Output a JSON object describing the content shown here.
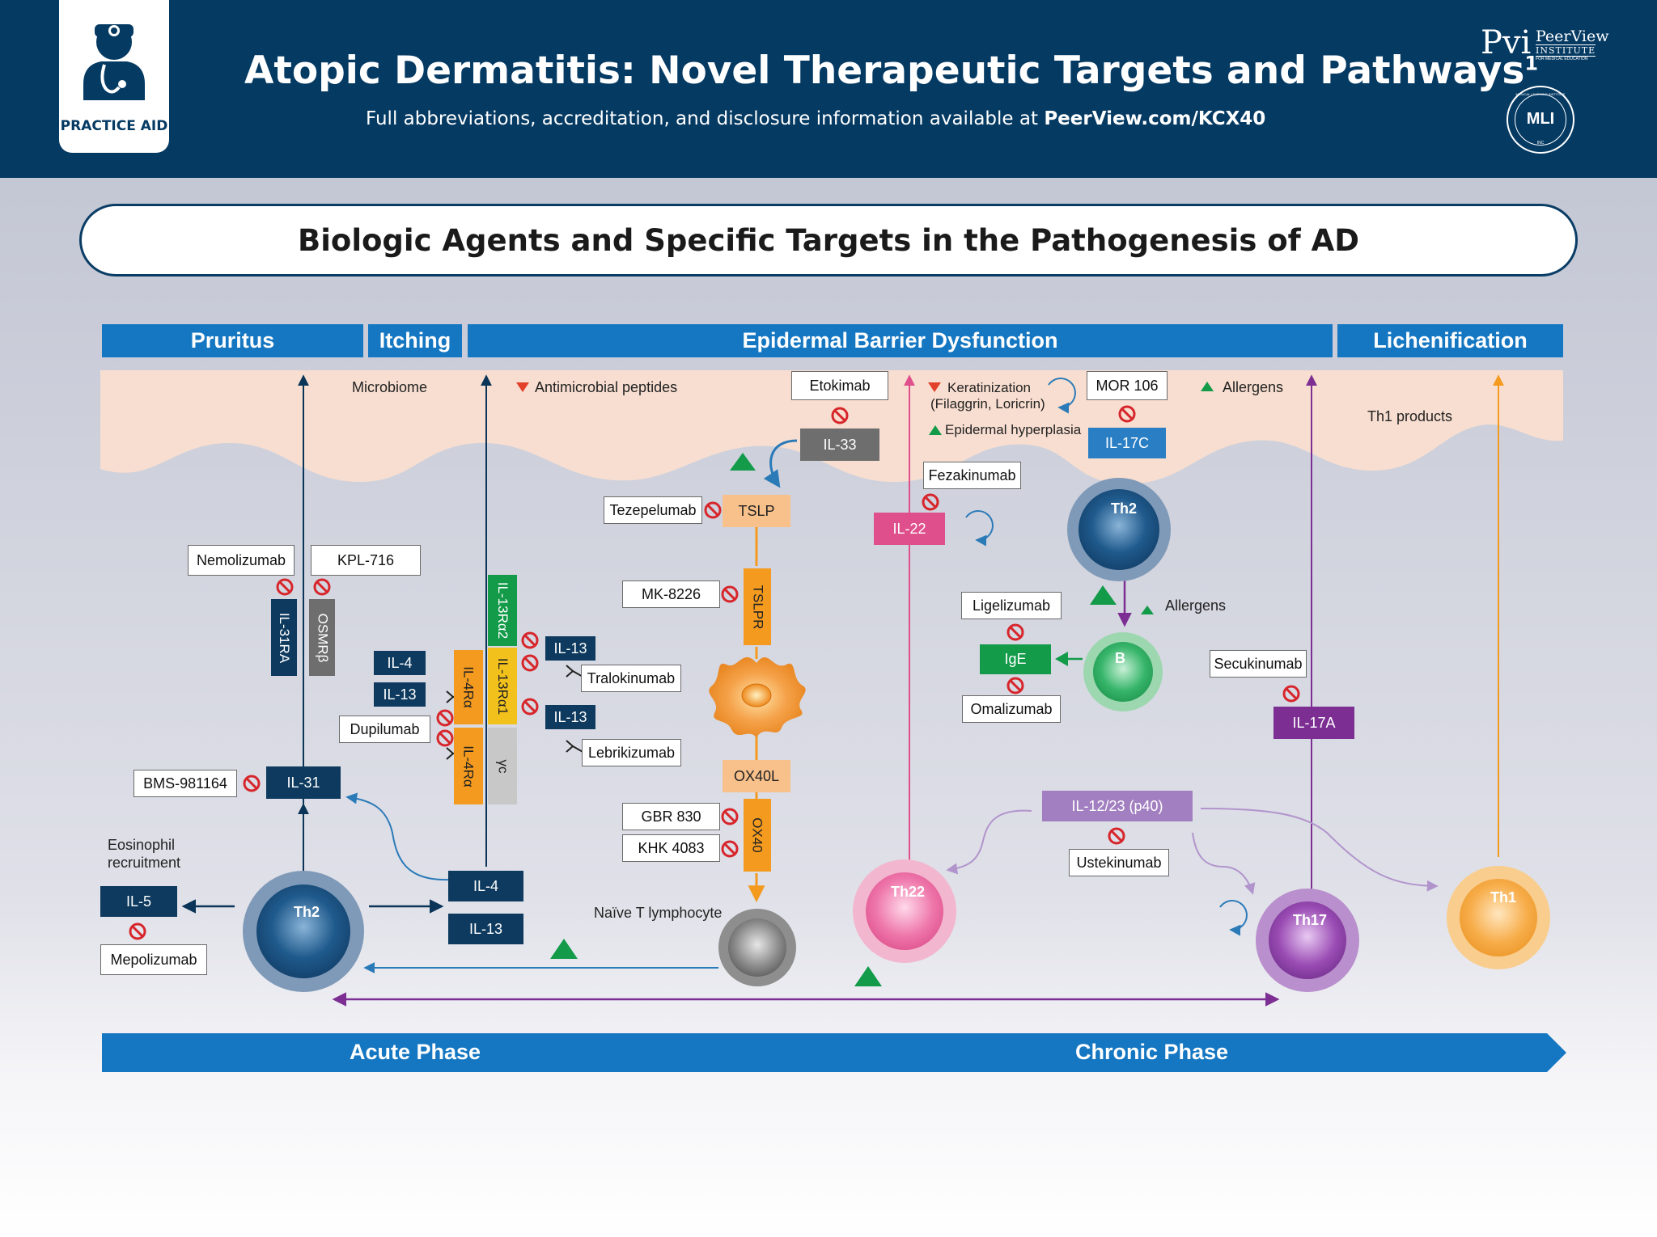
{
  "header": {
    "title": "Atopic Dermatitis: Novel Therapeutic Targets and Pathways",
    "title_superscript": "1",
    "subtitle_prefix": "Full abbreviations, accreditation, and disclosure information available at ",
    "subtitle_link": "PeerView.com/KCX40",
    "badge_label": "PRACTICE AID",
    "logo_pvi": "Pvi",
    "logo_peerview": "PeerView",
    "logo_institute": "INSTITUTE",
    "logo_tagline": "FOR MEDICAL EDUCATION",
    "mli_text": "MLI",
    "mli_ring_text": "MEDICAL LEARNING INSTITUTE",
    "mli_inc": "INC"
  },
  "section_title": "Biologic Agents and Specific Targets in the Pathogenesis of AD",
  "categories": [
    "Pruritus",
    "Itching",
    "Epidermal Barrier Dysfunction",
    "Lichenification"
  ],
  "phases": {
    "acute": "Acute Phase",
    "chronic": "Chronic Phase"
  },
  "labels": {
    "microbiome": "Microbiome",
    "antimicrobial": "Antimicrobial peptides",
    "keratinization": "Keratinization",
    "keratinization_sub": "(Filaggrin, Loricrin)",
    "epidermal_hyperplasia": "Epidermal hyperplasia",
    "allergens_top": "Allergens",
    "th1_products": "Th1 products",
    "allergens_mid": "Allergens",
    "eosinophil_1": "Eosinophil",
    "eosinophil_2": "recruitment",
    "naive_t": "Naïve T lymphocyte"
  },
  "drugs": {
    "etokimab": "Etokimab",
    "mor106": "MOR 106",
    "fezakinumab": "Fezakinumab",
    "tezepelumab": "Tezepelumab",
    "nemolizumab": "Nemolizumab",
    "kpl716": "KPL-716",
    "mk8226": "MK-8226",
    "tralokinumab": "Tralokinumab",
    "lebrikizumab": "Lebrikizumab",
    "dupilumab": "Dupilumab",
    "bms981164": "BMS-981164",
    "gbr830": "GBR 830",
    "khk4083": "KHK 4083",
    "ligelizumab": "Ligelizumab",
    "omalizumab": "Omalizumab",
    "secukinumab": "Secukinumab",
    "ustekinumab": "Ustekinumab",
    "mepolizumab": "Mepolizumab"
  },
  "molecules": {
    "il33": "IL-33",
    "il17c": "IL-17C",
    "tslp": "TSLP",
    "il22": "IL-22",
    "il4_a": "IL-4",
    "il13_a": "IL-13",
    "il13_b": "IL-13",
    "il13_c": "IL-13",
    "il31": "IL-31",
    "ox40l": "OX40L",
    "ige": "IgE",
    "il17a": "IL-17A",
    "il1223": "IL-12/23 (p40)",
    "il5": "IL-5",
    "il4_b": "IL-4",
    "il13_d": "IL-13"
  },
  "receptors": {
    "il31ra": "IL-31RA",
    "osmrb": "OSMRβ",
    "il13ra2": "IL-13Rα2",
    "il13ra1": "IL-13Rα1",
    "il4ra_1": "IL-4Rα",
    "il4ra_2": "IL-4Rα",
    "yc": "γc",
    "tslpr": "TSLPR",
    "ox40": "OX40"
  },
  "cells": {
    "th2_top": "Th2",
    "b": "B",
    "th2_left": "Th2",
    "th22": "Th22",
    "th17": "Th17",
    "th1": "Th1"
  },
  "colors": {
    "navy": "#053a63",
    "blue": "#1577c2",
    "dark_mol": "#0d3a5e",
    "orange": "#f39a1f",
    "green": "#139b4a",
    "pink": "#df4f8c",
    "purple": "#7c2e93",
    "lavender": "#a27fc0",
    "gray_mol": "#6e6e6e",
    "skin": "#f8ded0",
    "inhibit": "#d7262b"
  }
}
